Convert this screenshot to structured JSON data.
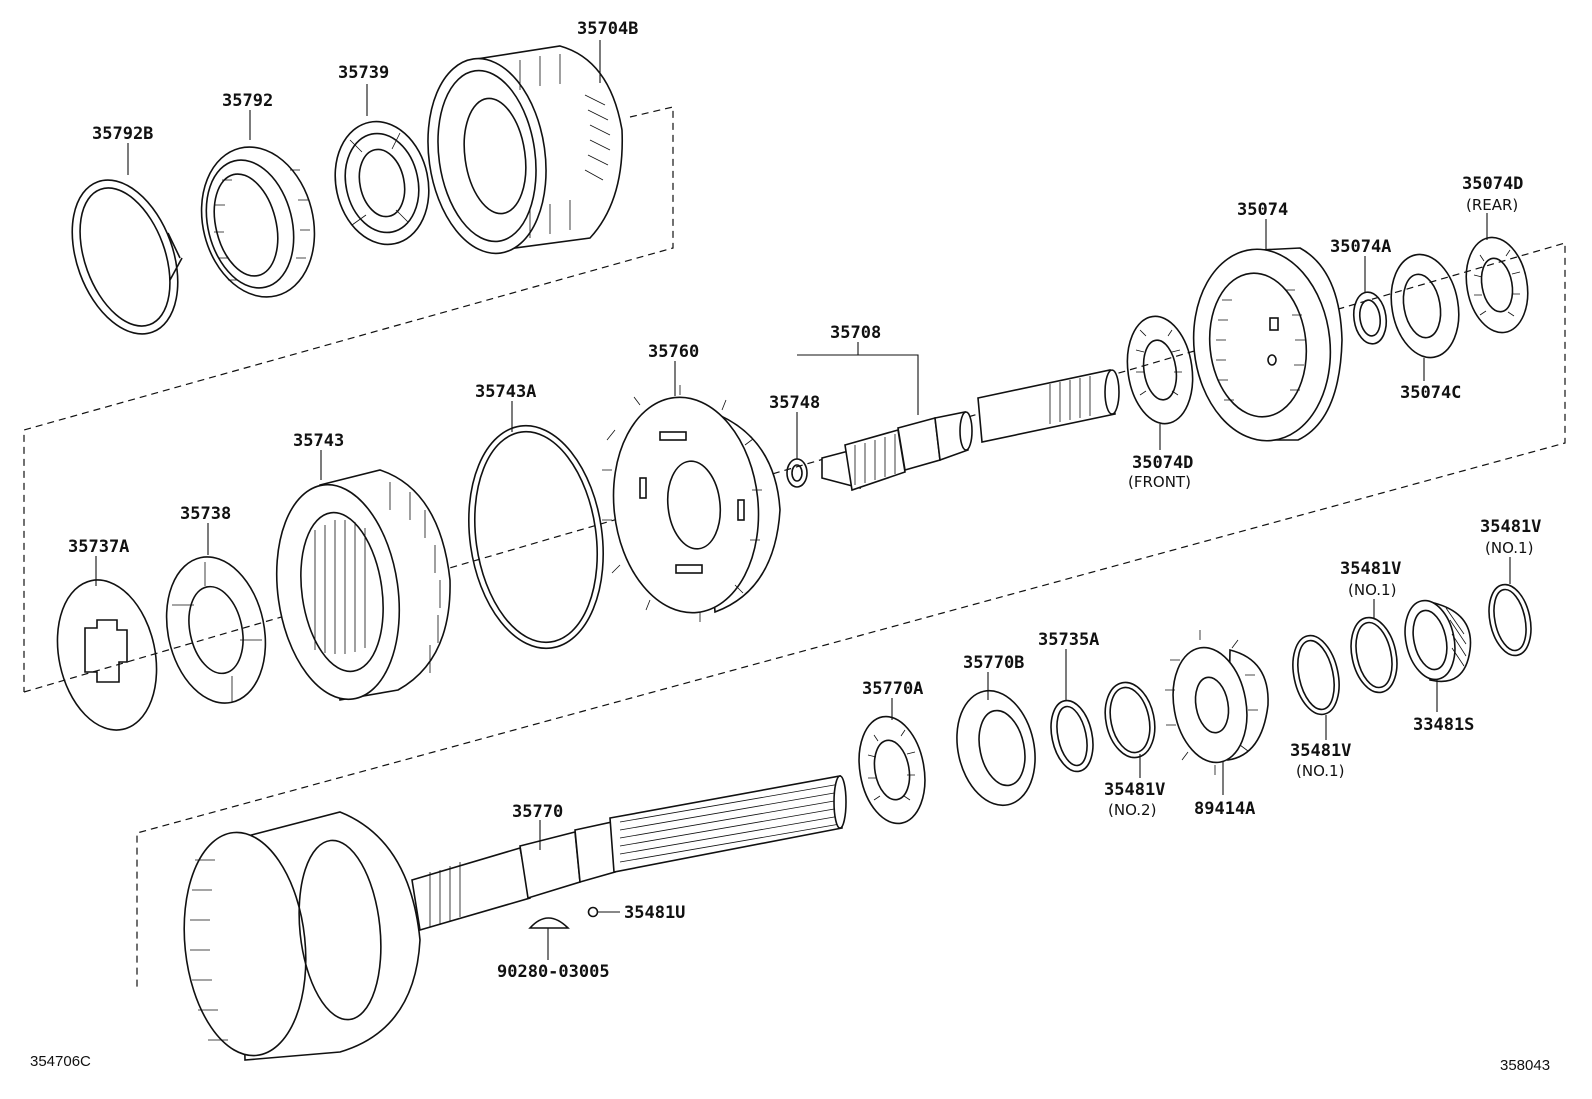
{
  "parts": [
    {
      "id": "p1",
      "number": "35704B",
      "note": ""
    },
    {
      "id": "p2",
      "number": "35739",
      "note": ""
    },
    {
      "id": "p3",
      "number": "35792",
      "note": ""
    },
    {
      "id": "p4",
      "number": "35792B",
      "note": ""
    },
    {
      "id": "p5",
      "number": "35074",
      "note": ""
    },
    {
      "id": "p6",
      "number": "35074D",
      "note": "(REAR)"
    },
    {
      "id": "p7",
      "number": "35074A",
      "note": ""
    },
    {
      "id": "p8",
      "number": "35074C",
      "note": ""
    },
    {
      "id": "p9",
      "number": "35708",
      "note": ""
    },
    {
      "id": "p10",
      "number": "35760",
      "note": ""
    },
    {
      "id": "p11",
      "number": "35748",
      "note": ""
    },
    {
      "id": "p12",
      "number": "35743A",
      "note": ""
    },
    {
      "id": "p13",
      "number": "35743",
      "note": ""
    },
    {
      "id": "p14",
      "number": "35074D",
      "note": "(FRONT)"
    },
    {
      "id": "p15",
      "number": "35738",
      "note": ""
    },
    {
      "id": "p16",
      "number": "35737A",
      "note": ""
    },
    {
      "id": "p17",
      "number": "35481V",
      "note": "(NO.1)"
    },
    {
      "id": "p18",
      "number": "35481V",
      "note": "(NO.1)"
    },
    {
      "id": "p19",
      "number": "35735A",
      "note": ""
    },
    {
      "id": "p20",
      "number": "35770B",
      "note": ""
    },
    {
      "id": "p21",
      "number": "35770A",
      "note": ""
    },
    {
      "id": "p22",
      "number": "33481S",
      "note": ""
    },
    {
      "id": "p23",
      "number": "35481V",
      "note": "(NO.1)"
    },
    {
      "id": "p24",
      "number": "35481V",
      "note": "(NO.2)"
    },
    {
      "id": "p25",
      "number": "89414A",
      "note": ""
    },
    {
      "id": "p26",
      "number": "35770",
      "note": ""
    },
    {
      "id": "p27",
      "number": "35481U",
      "note": ""
    },
    {
      "id": "p28",
      "number": "90280-03005",
      "note": ""
    }
  ],
  "corner_left": "354706C",
  "corner_right": "358043"
}
